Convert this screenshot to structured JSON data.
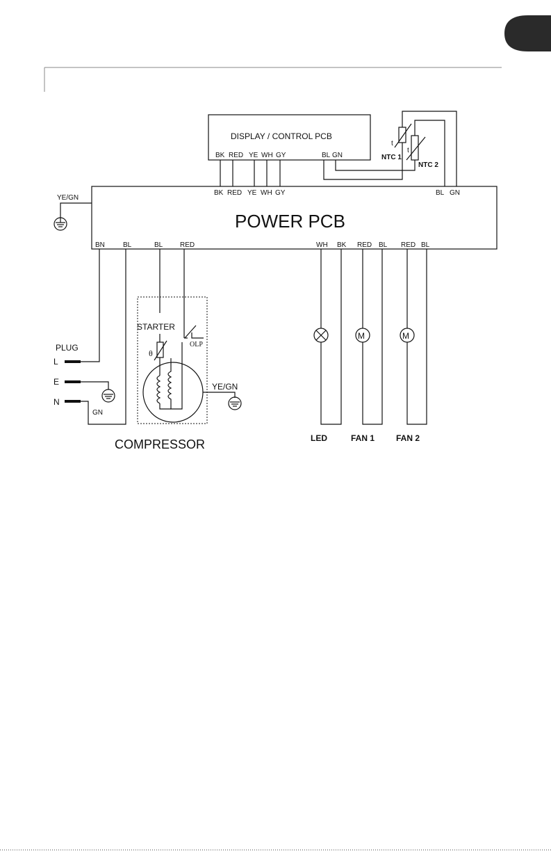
{
  "display_pcb": {
    "title": "DISPLAY  / CONTROL   PCB",
    "pins": [
      "BK",
      "RED",
      "YE",
      "WH",
      "GY"
    ],
    "ntc_pins": [
      "BL",
      "GN"
    ]
  },
  "power_pcb": {
    "title": "POWER  PCB",
    "top_pins": [
      "BK",
      "RED",
      "YE",
      "WH",
      "GY"
    ],
    "top_right_pins": [
      "BL",
      "GN"
    ],
    "bottom_pins_left": [
      "BN",
      "BL",
      "BL",
      "RED"
    ],
    "bottom_pins_right": [
      "WH",
      "BK",
      "RED",
      "BL",
      "RED",
      "BL"
    ]
  },
  "ground_power": "YE/GN",
  "ntc1": "NTC 1",
  "ntc2": "NTC 2",
  "ntc_symbol": "t",
  "plug": {
    "label": "PLUG",
    "terminals": [
      "L",
      "E",
      "N"
    ],
    "gn": "GN"
  },
  "compressor": {
    "label": "COMPRESSOR",
    "starter": "STARTER",
    "olp": "OLP",
    "theta": "θ",
    "ground": "YE/GN"
  },
  "loads": {
    "led": "LED",
    "fan1": "FAN 1",
    "fan2": "FAN 2",
    "motor_symbol": "M"
  }
}
